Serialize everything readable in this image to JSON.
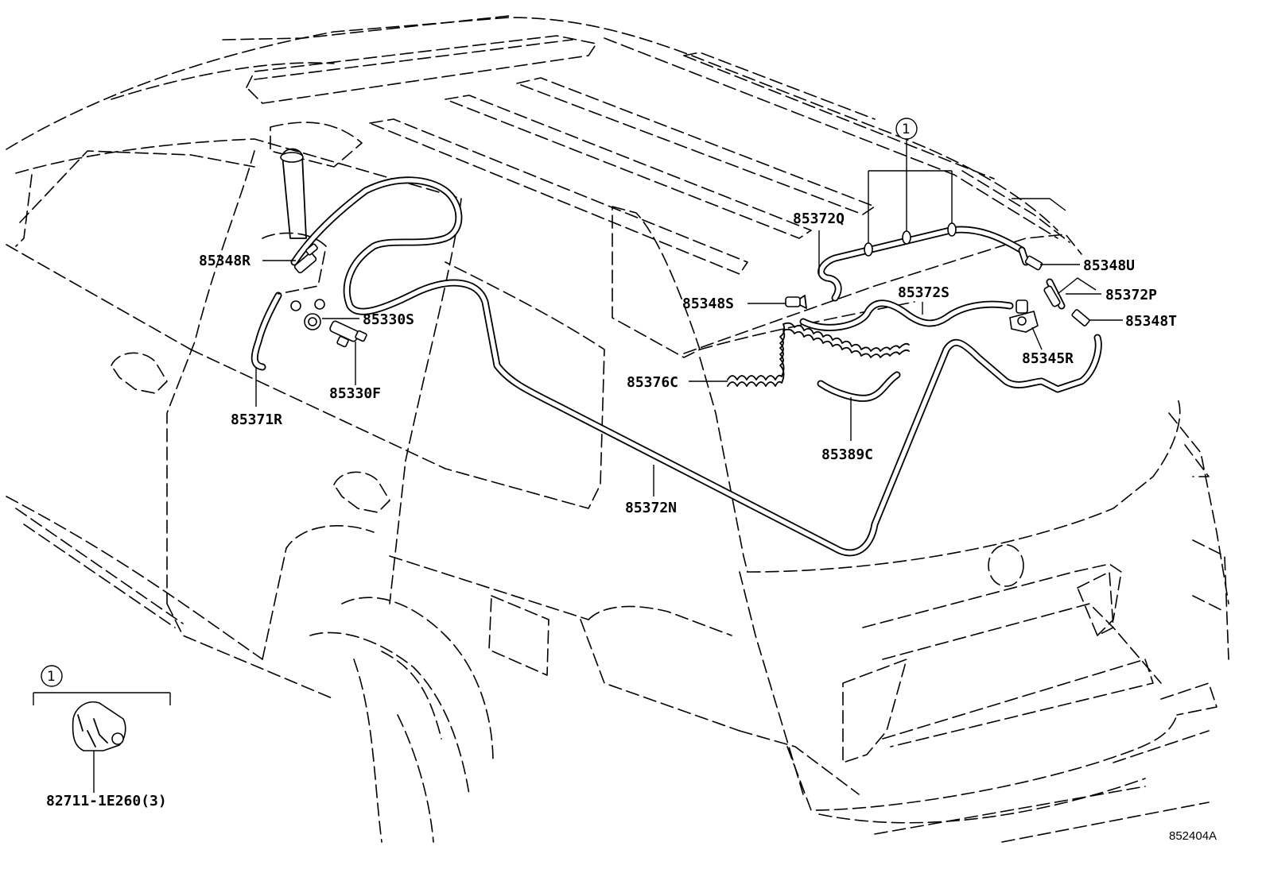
{
  "diagram": {
    "id": "852404A",
    "callout_symbol": "1",
    "parts": {
      "p85348R": "85348R",
      "p85330S": "85330S",
      "p85330F": "85330F",
      "p85371R": "85371R",
      "p85372Q": "85372Q",
      "p85372S": "85372S",
      "p85348S": "85348S",
      "p85348U": "85348U",
      "p85372P": "85372P",
      "p85348T": "85348T",
      "p85345R": "85345R",
      "p85376C": "85376C",
      "p85389C": "85389C",
      "p85372N": "85372N"
    },
    "legend": {
      "part_number": "82711-1E260(3)"
    }
  }
}
